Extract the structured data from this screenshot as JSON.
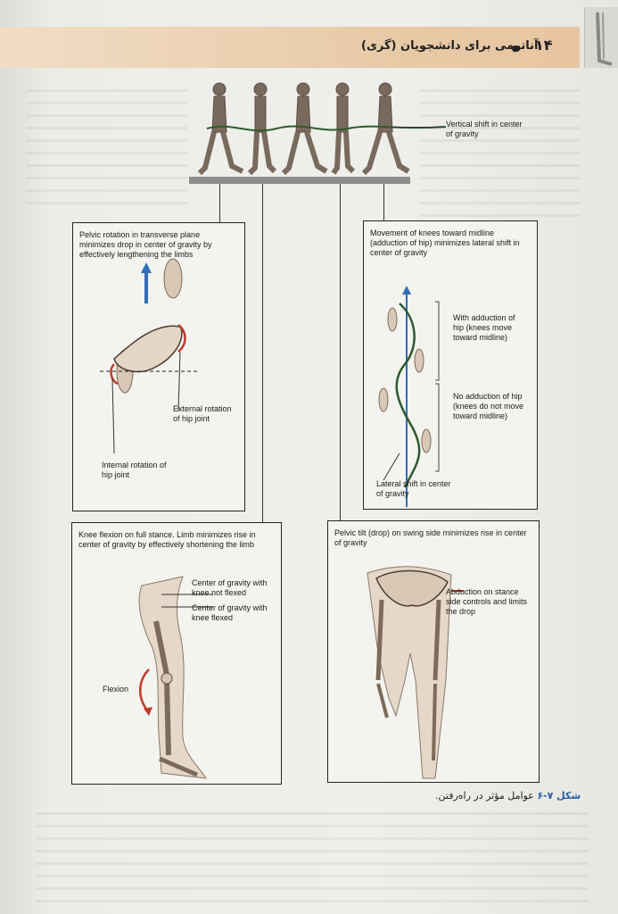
{
  "header": {
    "page_number": "۱۴",
    "book_title": "آناتومی برای دانشجویان (گری)"
  },
  "top_figure": {
    "label": "Vertical shift in center of gravity"
  },
  "panels": {
    "pelvic_rotation": {
      "caption": "Pelvic rotation in transverse plane minimizes drop in center of gravity by effectively lengthening the limbs",
      "external_label": "External rotation of hip joint",
      "internal_label": "Internal rotation of hip joint"
    },
    "knee_midline": {
      "caption": "Movement of knees toward midline (adduction of hip) minimizes lateral shift in center of gravity",
      "with_adduction": "With adduction of hip (knees move toward midline)",
      "no_adduction": "No adduction of hip (knees do not move toward midline)",
      "lateral_shift": "Lateral shift in center of gravity"
    },
    "knee_flexion": {
      "caption": "Knee flexion on full stance. Limb minimizes rise in center of gravity by effectively shortening the limb",
      "cog_not_flexed": "Center of gravity with knee not flexed",
      "cog_flexed": "Center of gravity with knee flexed",
      "flexion": "Flexion"
    },
    "pelvic_tilt": {
      "caption": "Pelvic tilt (drop) on swing side minimizes rise in center of gravity",
      "abduction": "Abduction on stance side controls and limits the drop"
    }
  },
  "figure_caption": {
    "number": "شکل ۷-۶",
    "text": "عوامل مؤثر در راه‌رفتن."
  },
  "colors": {
    "header_band": "#e8c9a6",
    "arrow_blue": "#2f6fb7",
    "arrow_red": "#c0392b",
    "curve_green": "#2e5b2e",
    "figure_number": "#2a5fa8"
  }
}
